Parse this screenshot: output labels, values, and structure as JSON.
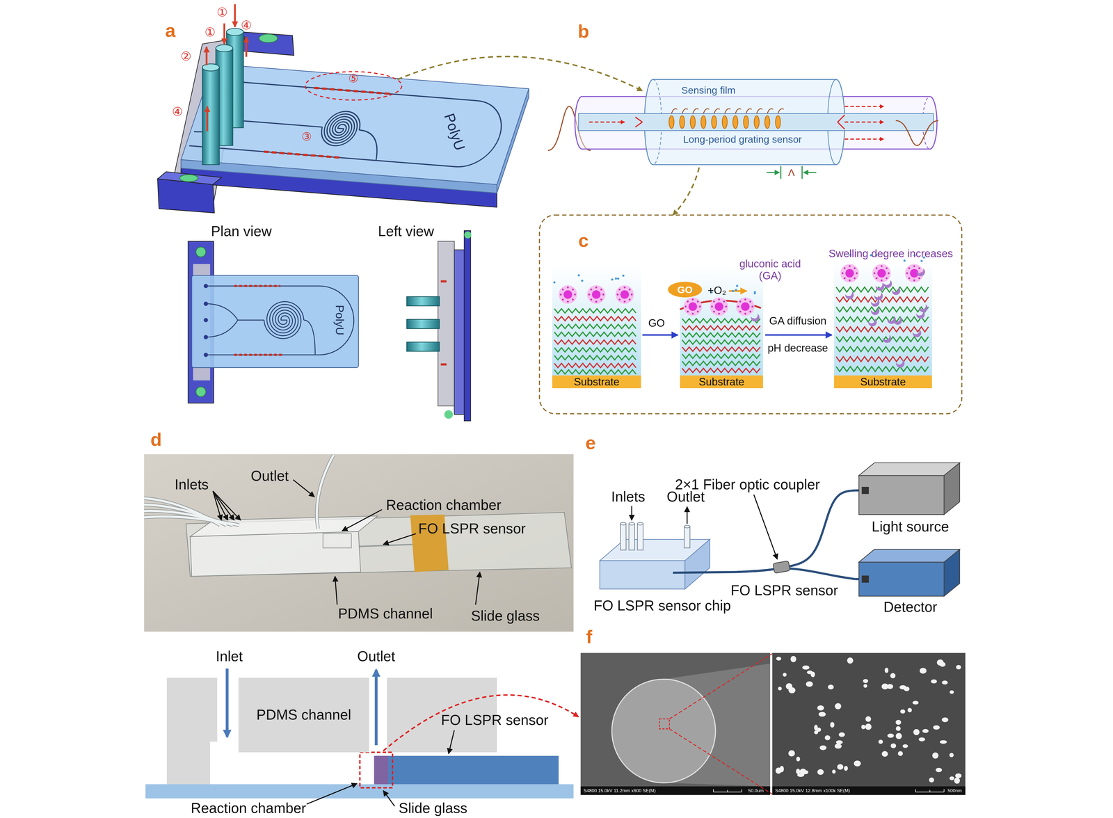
{
  "diagram": {
    "nodes": [
      {
        "text": [
          "Substrate"
        ]
      },
      {
        "text": [
          "Substrate"
        ]
      },
      {
        "text": [
          "Substrate"
        ]
      },
      {
        "text": [
          "PDMS channel"
        ]
      },
      {
        "text": [
          "FO LSPR sensor chip"
        ]
      },
      {
        "text": [
          "Light source"
        ]
      },
      {
        "text": [
          "Detector"
        ]
      }
    ],
    "edges": [
      {
        "from": 4,
        "to": 5,
        "arrow": "none"
      },
      {
        "from": 4,
        "to": 6,
        "arrow": "none"
      }
    ],
    "labels": [
      "a",
      "①",
      "①",
      "②",
      "④",
      "④",
      "③",
      "⑤",
      "PolyU",
      "Plan view",
      "PolyU",
      "Left view",
      "b",
      "Sensing film",
      "Long-period grating sensor",
      "Λ",
      "c",
      "GO",
      "+O₂",
      "gluconic acid (GA)",
      "Swelling degree increases",
      "GO",
      "GA diffusion",
      "pH decrease",
      "d",
      "Inlets",
      "Outlet",
      "Reaction chamber",
      "FO LSPR sensor",
      "PDMS channel",
      "Slide glass",
      "Inlet",
      "Outlet",
      "FO LSPR sensor",
      "Reaction chamber",
      "Slide glass",
      "e",
      "2×1 Fiber optic coupler",
      "Inlets",
      "Outlet",
      "FO LSPR sensor",
      "f",
      "S4800 15.0kV 11.2mm x600 SE(M)",
      "50.0um",
      "S4800 15.0kV 12.8mm x100k SE(M)",
      "500nm"
    ]
  }
}
